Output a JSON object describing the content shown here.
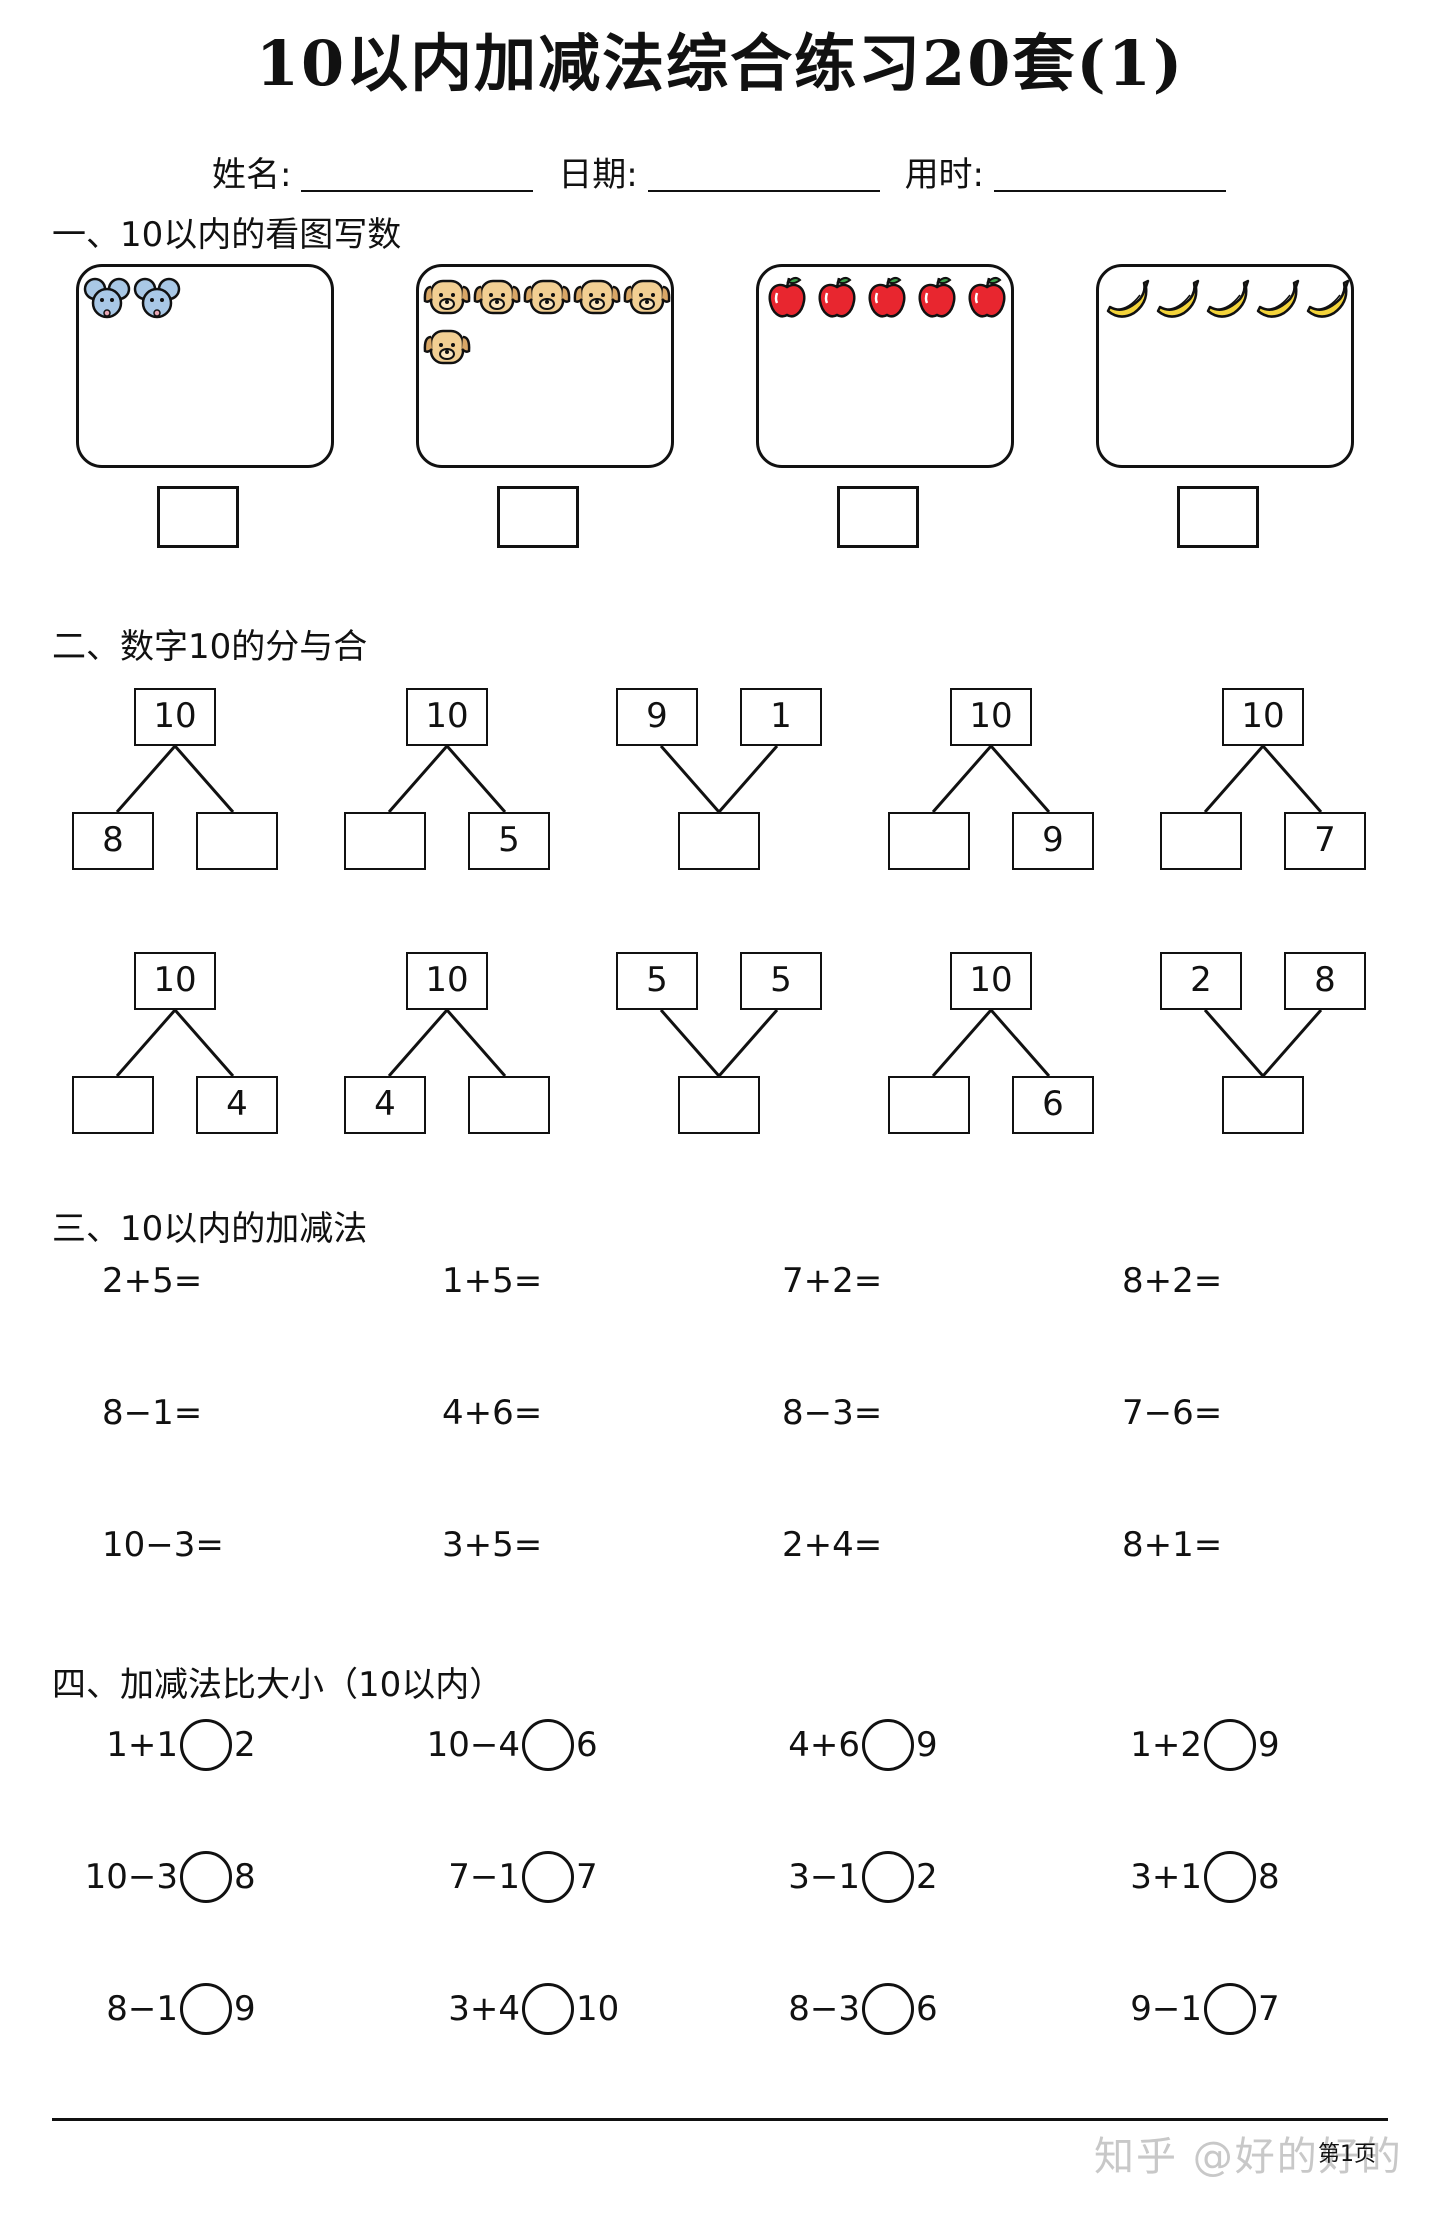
{
  "header": {
    "title": "10以内加减法综合练习20套(1)",
    "fields": [
      "姓名:",
      "日期:",
      "用时:"
    ]
  },
  "section1": {
    "heading": "一、10以内的看图写数",
    "cards": [
      {
        "icon": "mouse-icon",
        "count": 2
      },
      {
        "icon": "dog-icon",
        "count": 6
      },
      {
        "icon": "apple-icon",
        "count": 5
      },
      {
        "icon": "banana-icon",
        "count": 5
      }
    ]
  },
  "section2": {
    "heading": "二、数字10的分与合",
    "rows": [
      [
        {
          "type": "split",
          "top": "10",
          "left": "8",
          "right": ""
        },
        {
          "type": "split",
          "top": "10",
          "left": "",
          "right": "5"
        },
        {
          "type": "merge",
          "left": "9",
          "right": "1",
          "bottom": ""
        },
        {
          "type": "split",
          "top": "10",
          "left": "",
          "right": "9"
        },
        {
          "type": "split",
          "top": "10",
          "left": "",
          "right": "7"
        }
      ],
      [
        {
          "type": "split",
          "top": "10",
          "left": "",
          "right": "4"
        },
        {
          "type": "split",
          "top": "10",
          "left": "4",
          "right": ""
        },
        {
          "type": "merge",
          "left": "5",
          "right": "5",
          "bottom": ""
        },
        {
          "type": "split",
          "top": "10",
          "left": "",
          "right": "6"
        },
        {
          "type": "merge",
          "left": "2",
          "right": "8",
          "bottom": ""
        }
      ]
    ]
  },
  "section3": {
    "heading": "三、10以内的加减法",
    "rows": [
      [
        "2+5=",
        "1+5=",
        "7+2=",
        "8+2="
      ],
      [
        "8−1=",
        "4+6=",
        "8−3=",
        "7−6="
      ],
      [
        "10−3=",
        "3+5=",
        "2+4=",
        "8+1="
      ]
    ]
  },
  "section4": {
    "heading": "四、加减法比大小（10以内）",
    "rows": [
      [
        {
          "l": "1+1",
          "r": "2"
        },
        {
          "l": "10−4",
          "r": "6"
        },
        {
          "l": "4+6",
          "r": "9"
        },
        {
          "l": "1+2",
          "r": "9"
        }
      ],
      [
        {
          "l": "10−3",
          "r": "8"
        },
        {
          "l": "7−1",
          "r": "7"
        },
        {
          "l": "3−1",
          "r": "2"
        },
        {
          "l": "3+1",
          "r": "8"
        }
      ],
      [
        {
          "l": "8−1",
          "r": "9"
        },
        {
          "l": "3+4",
          "r": "10"
        },
        {
          "l": "8−3",
          "r": "6"
        },
        {
          "l": "9−1",
          "r": "7"
        }
      ]
    ]
  },
  "footer": {
    "page_number": "第1页",
    "watermark": "知乎 @好的好的"
  },
  "colors": {
    "ink": "#111111",
    "mouse": "#a9c8e6",
    "dog": "#f2cf93",
    "apple": "#e8262f",
    "banana": "#f4d43a",
    "watermark": "#c8c8c8"
  }
}
